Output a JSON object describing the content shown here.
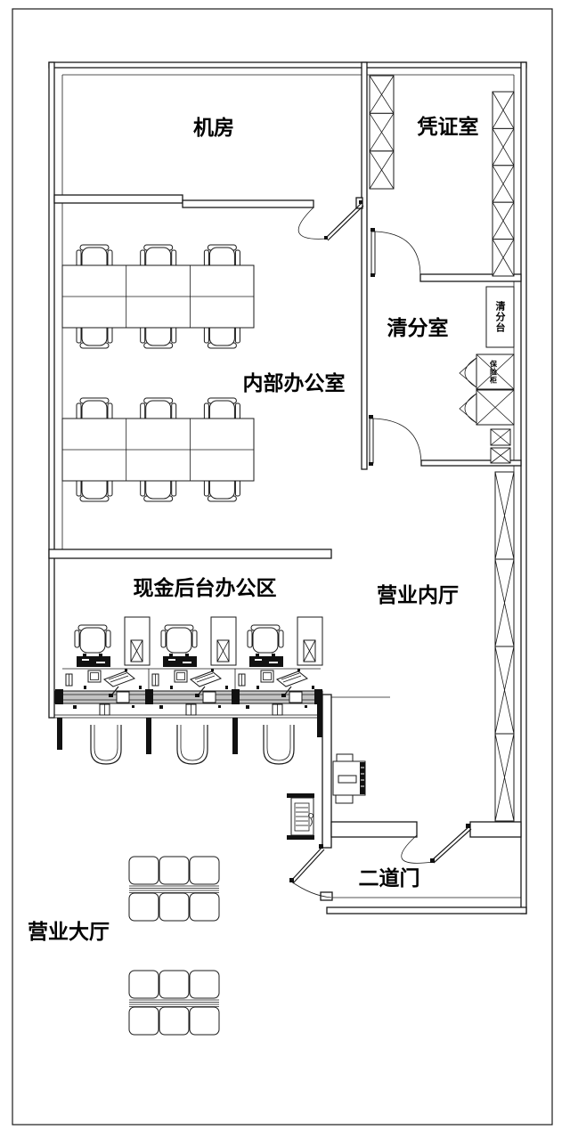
{
  "rooms": {
    "machine_room": "机房",
    "voucher_room": "凭证室",
    "sorting_room": "清分室",
    "internal_office": "内部办公室",
    "cash_backoffice": "现金后台办公区",
    "inner_hall": "营业内厅",
    "second_door": "二道门",
    "main_hall": "营业大厅"
  },
  "fixtures": {
    "sorting_counter": "清分台",
    "safe": "保险柜"
  },
  "colors": {
    "background": "#ffffff",
    "line": "#1a1a1a",
    "counter_fill": "#c4c4c4",
    "solid_fill": "#111111"
  }
}
